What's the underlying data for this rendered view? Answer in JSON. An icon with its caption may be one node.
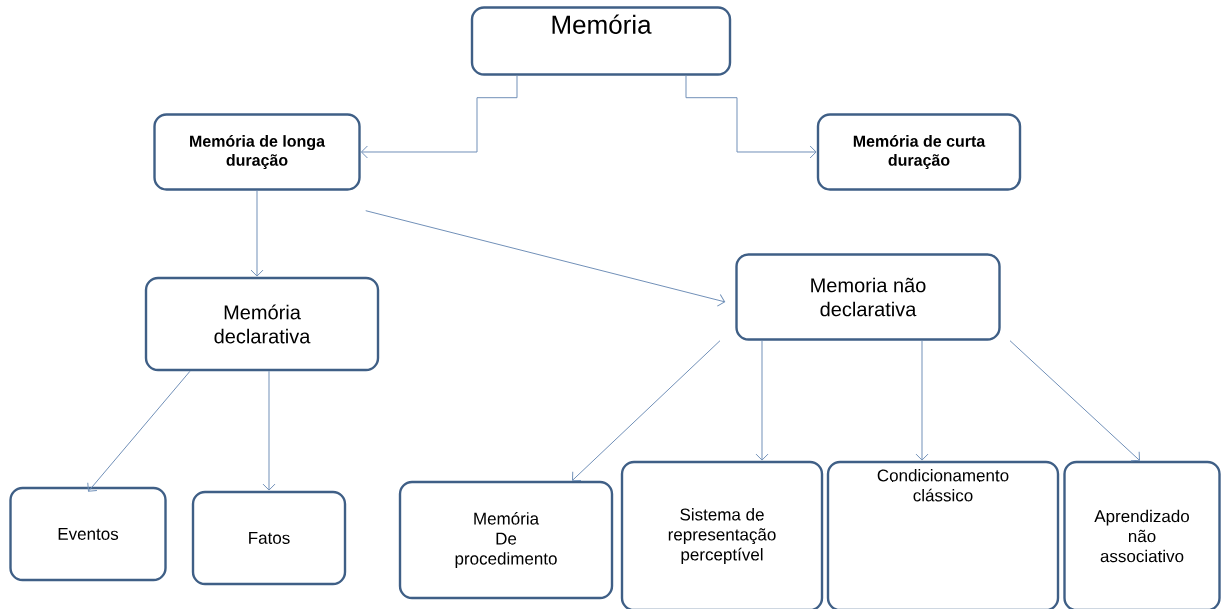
{
  "diagram": {
    "nodes": [
      {
        "text": [
          "Memória"
        ]
      },
      {
        "text": [
          "Memória de longa duração"
        ]
      },
      {
        "text": [
          "Memória de curta duração"
        ]
      },
      {
        "text": [
          "Memória declarativa"
        ]
      },
      {
        "text": [
          "Memoria não declarativa"
        ]
      },
      {
        "text": [
          "Eventos"
        ]
      },
      {
        "text": [
          "Fatos"
        ]
      },
      {
        "text": [
          "Memória De procedimento"
        ]
      },
      {
        "text": [
          "Sistema de representação perceptível"
        ]
      },
      {
        "text": [
          "Condicionamento clássico"
        ]
      },
      {
        "text": [
          "Aprendizado não associativo"
        ]
      }
    ],
    "edges": [
      {
        "from": 0,
        "to": 1,
        "arrow": "to"
      },
      {
        "from": 0,
        "to": 2,
        "arrow": "to"
      },
      {
        "from": 1,
        "to": 3,
        "arrow": "to"
      },
      {
        "from": 1,
        "to": 4,
        "arrow": "to"
      },
      {
        "from": 3,
        "to": 5,
        "arrow": "to"
      },
      {
        "from": 3,
        "to": 6,
        "arrow": "to"
      },
      {
        "from": 4,
        "to": 7,
        "arrow": "to"
      },
      {
        "from": 4,
        "to": 8,
        "arrow": "to"
      },
      {
        "from": 4,
        "to": 9,
        "arrow": "to"
      },
      {
        "from": 4,
        "to": 10,
        "arrow": "to"
      }
    ]
  }
}
